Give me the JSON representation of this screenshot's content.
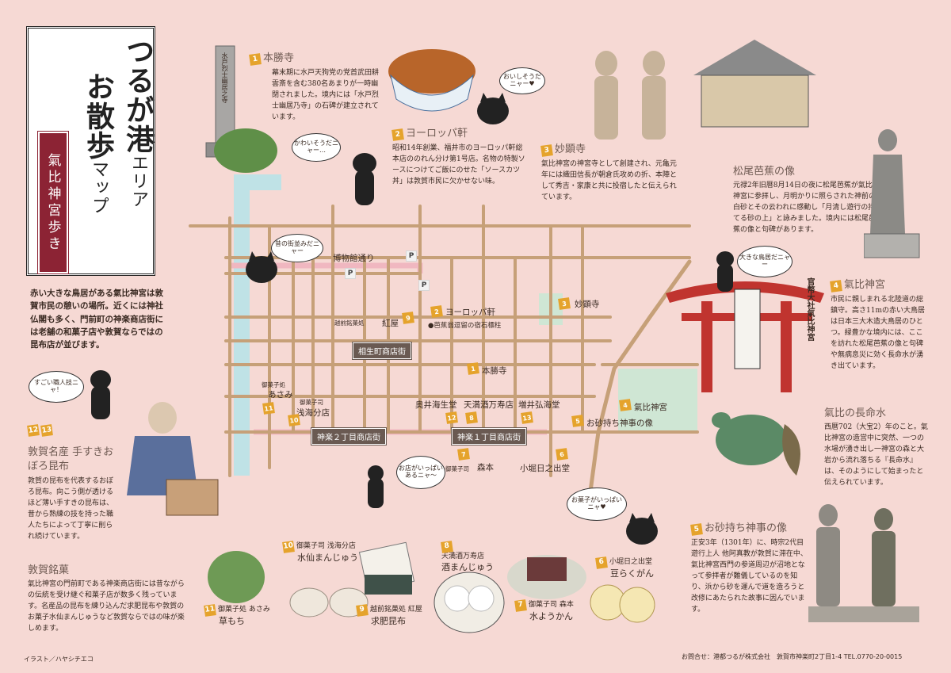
{
  "title": {
    "line1_a": "つるが港",
    "line1_b": "エリア",
    "line2_a": "お散歩",
    "line2_b": "マップ",
    "subtitle": "氣比神宮歩き"
  },
  "intro": "赤い大きな鳥居がある氣比神宮は敦賀市民の憩いの場所。近くには神社仏閣も多く、門前町の神楽商店街には老舗の和菓子店や敦賀ならではの昆布店が並びます。",
  "spots": [
    {
      "num": "1",
      "name": "本勝寺",
      "text": "幕末期に水戸天狗党の党首武田耕雲斎を含む380名あまりが一時幽閉されました。境内には「水戸烈士幽居乃寺」の石碑が建立されています。"
    },
    {
      "num": "2",
      "name": "ヨーロッパ軒",
      "text": "昭和14年創業、福井市のヨーロッパ軒総本店ののれん分け第1号店。名物の特製ソースにつけてご飯にのせた「ソースカツ丼」は敦賀市民に欠かせない味。"
    },
    {
      "num": "3",
      "name": "妙顕寺",
      "text": "氣比神宮の神宮寺として創建され、元亀元年には織田信長が朝倉氏攻めの折、本陣として秀吉・家康と共に投宿したと伝えられています。"
    },
    {
      "num": "",
      "name": "松尾芭蕉の像",
      "text": "元禄2年旧暦8月14日の夜に松尾芭蕉が氣比神宮に参拝し、月明かりに照らされた神前の白砂とその云われに感動し「月清し遊行の持てる砂の上」と詠みました。境内には松尾芭蕉の像と句碑があります。"
    },
    {
      "num": "4",
      "name": "氣比神宮",
      "text": "市民に親しまれる北陸道の総鎮守。高さ11mの赤い大鳥居は日本三大木造大鳥居のひとつ。緑豊かな境内には、ここを訪れた松尾芭蕉の像と句碑や無病息災に効く長命水が湧き出ています。"
    },
    {
      "num": "",
      "name": "氣比の長命水",
      "text": "西暦702（大宝2）年のこと。氣比神宮の造営中に突然、一つの水場が湧き出し一神宮の森と大岩から流れ落ちる『長命水』は、そのようにして始まったと伝えられています。"
    },
    {
      "num": "5",
      "name": "お砂持ち神事の像",
      "text": "正安3年（1301年）に、時宗2代目遊行上人 他阿真教が敦賀に滞在中、氣比神宮西門の参道周辺が沼地となって参拝者が難儀しているのを知り、浜から砂を運んで道を造ろうと改修にあたられた故事に因んでいます。"
    },
    {
      "num": "",
      "name": "敦賀名産 手すきおぼろ昆布",
      "nums": [
        "12",
        "13"
      ],
      "text": "敦賀の昆布を代表するおぼろ昆布。向こう側が透けるほど薄い手すきの昆布は、昔から熟練の技を持った職人たちによって丁寧に削られ続けています。"
    },
    {
      "num": "",
      "name": "敦賀銘菓",
      "text": "氣比神宮の門前町である神楽商店街には昔ながらの伝統を受け継ぐ和菓子店が数多く残っています。名産品の昆布を練り込んだ求肥昆布や敦賀のお菓子水仙まんじゅうなど敦賀ならではの味が楽しめます。"
    }
  ],
  "map": {
    "streets": {
      "hakubutsukan": "博物館通り",
      "aioi": "相生町商店街",
      "kagura2": "神楽２丁目商店街",
      "kagura1": "神楽１丁目商店街"
    },
    "labels": {
      "myokenji": "妙顕寺",
      "europe": "ヨーロッパ軒",
      "basho": "●芭蕉翁逗留の宿石標柱",
      "honshoji": "本勝寺",
      "kehi": "氣比神宮",
      "osunamochi": "お砂持ち神事の像",
      "benya_shop": "紅屋",
      "benya_sub": "越前銘菓処",
      "asami": "あさみ",
      "asami_sub": "御菓子処",
      "asamibunten": "浅海分店",
      "asamibunten_sub": "御菓子司",
      "okui": "奥井海生堂",
      "tenka": "天満酒万寿店",
      "masui": "増井弘海堂",
      "morimoto": "森本",
      "morimoto_sub": "御菓子司",
      "kobori": "小堀日之出堂"
    },
    "pins": [
      "1",
      "2",
      "3",
      "4",
      "5",
      "6",
      "7",
      "8",
      "9",
      "10",
      "11",
      "12",
      "13"
    ],
    "parking": "P"
  },
  "bubbles": {
    "cat1": "おいしそうだニャー♥",
    "cat2": "かわいそうだニャー…",
    "cat3": "昔の街並みだニャー",
    "cat4": "大きな鳥居だニャー",
    "cat5": "すごい職人技ニャ！",
    "cat6": "お店がいっぱいあるニャ〜",
    "cat7": "お菓子がいっぱいニャ♥"
  },
  "torii_sign": "官幣大社氣比神宮",
  "stone_sign": "水戸烈士幽居之寺",
  "products": [
    {
      "num": "10",
      "shop": "御菓子司 浅海分店",
      "name": "水仙まんじゅう"
    },
    {
      "num": "8",
      "shop": "天満酒万寿店",
      "name": "酒まんじゅう"
    },
    {
      "num": "6",
      "shop": "小堀日之出堂",
      "name": "豆らくがん"
    },
    {
      "num": "11",
      "shop": "御菓子処 あさみ",
      "name": "草もち"
    },
    {
      "num": "9",
      "shop": "越前銘菓処 紅屋",
      "name": "求肥昆布"
    },
    {
      "num": "7",
      "shop": "御菓子司 森本",
      "name": "水ようかん"
    }
  ],
  "footer": {
    "illust": "イラスト／ハヤシチエコ",
    "contact": "お問合せ：港都つるが株式会社　敦賀市神楽町2丁目1-4 TEL.0770-20-0015"
  },
  "colors": {
    "bg": "#f6d9d4",
    "road": "#c6a078",
    "accent": "#e5a32c",
    "street_sign": "#6a5a52",
    "tag": "#8c2334",
    "park": "#cfe6d4",
    "water": "#bfe2e6"
  }
}
